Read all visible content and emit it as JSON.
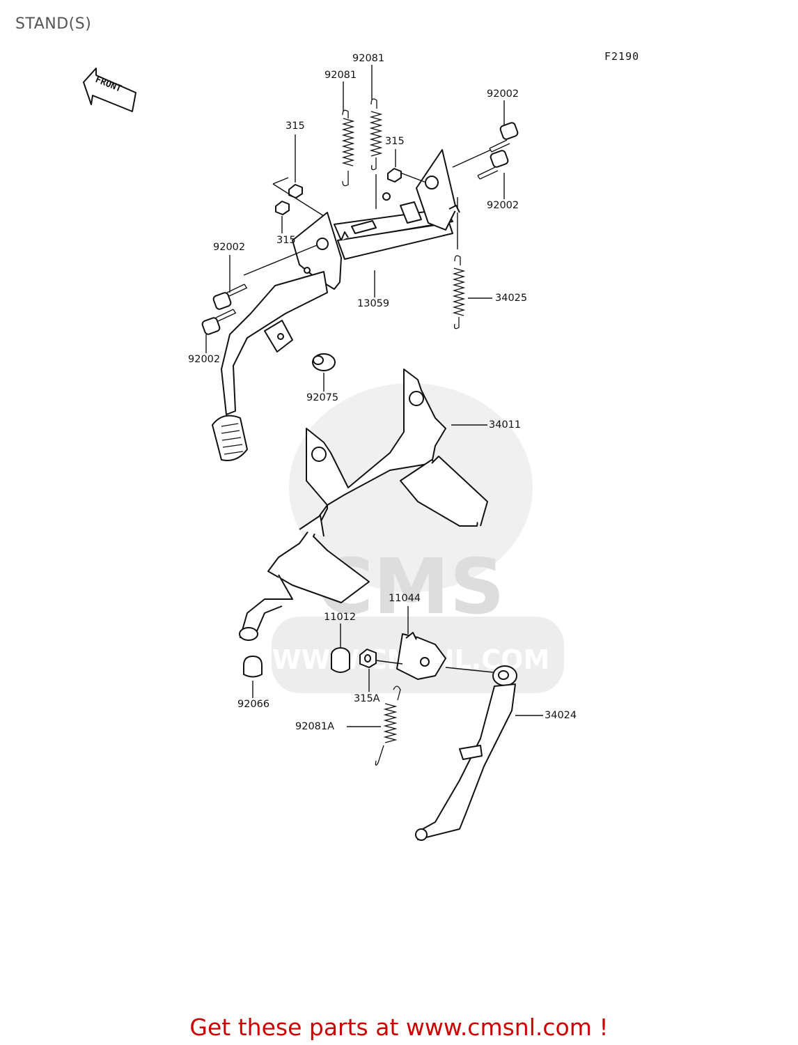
{
  "page": {
    "title": "STAND(S)",
    "drawing_code": "F2190",
    "front_arrow_text": "FRONT",
    "promo_text": "Get these parts at www.cmsnl.com !"
  },
  "watermark": {
    "brand": "CMS",
    "url_text": "WWW.CMSNL.COM"
  },
  "part_labels": [
    {
      "id": "lbl-92081-top",
      "text": "92081"
    },
    {
      "id": "lbl-92081-second",
      "text": "92081"
    },
    {
      "id": "lbl-92002-upper-right",
      "text": "92002"
    },
    {
      "id": "lbl-315-upper-left",
      "text": "315"
    },
    {
      "id": "lbl-315-middle",
      "text": "315"
    },
    {
      "id": "lbl-92002-right",
      "text": "92002"
    },
    {
      "id": "lbl-315-lower",
      "text": "315"
    },
    {
      "id": "lbl-92002-left",
      "text": "92002"
    },
    {
      "id": "lbl-13059",
      "text": "13059"
    },
    {
      "id": "lbl-34025",
      "text": "34025"
    },
    {
      "id": "lbl-92002-lower-left",
      "text": "92002"
    },
    {
      "id": "lbl-92075",
      "text": "92075"
    },
    {
      "id": "lbl-34011",
      "text": "34011"
    },
    {
      "id": "lbl-11044",
      "text": "11044"
    },
    {
      "id": "lbl-11012",
      "text": "11012"
    },
    {
      "id": "lbl-92066",
      "text": "92066"
    },
    {
      "id": "lbl-315A",
      "text": "315A"
    },
    {
      "id": "lbl-34024",
      "text": "34024"
    },
    {
      "id": "lbl-92081A",
      "text": "92081A"
    }
  ]
}
